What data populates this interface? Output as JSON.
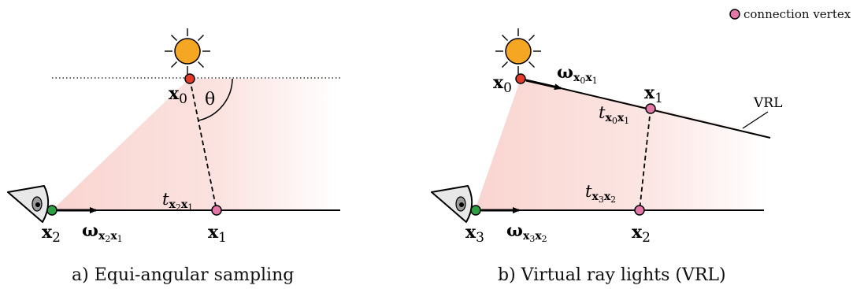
{
  "legend": {
    "label": "connection vertex",
    "color": "#e277a8"
  },
  "colors": {
    "light": "#e33b2a",
    "connection": "#e277a8",
    "camera": "#2ea043",
    "sun": "#f5a623",
    "volume": "#f8cdc8"
  },
  "panel_a": {
    "caption": "a) Equi-angular sampling",
    "x0": "x",
    "x0_sub": "0",
    "x1": "x",
    "x1_sub": "1",
    "x2": "x",
    "x2_sub": "2",
    "theta": "θ",
    "t_base": "t",
    "t_sub1": "x",
    "t_sub1_idx": "2",
    "t_sub2": "x",
    "t_sub2_idx": "1",
    "w_base": "ω",
    "w_sub1": "x",
    "w_sub1_idx": "2",
    "w_sub2": "x",
    "w_sub2_idx": "1"
  },
  "panel_b": {
    "caption": "b) Virtual ray lights (VRL)",
    "vrl_label": "VRL",
    "x0": "x",
    "x0_sub": "0",
    "x1": "x",
    "x1_sub": "1",
    "x2": "x",
    "x2_sub": "2",
    "x3": "x",
    "x3_sub": "3",
    "t01_base": "t",
    "t01_sub1": "x",
    "t01_sub1_idx": "0",
    "t01_sub2": "x",
    "t01_sub2_idx": "1",
    "t32_base": "t",
    "t32_sub1": "x",
    "t32_sub1_idx": "3",
    "t32_sub2": "x",
    "t32_sub2_idx": "2",
    "w01_base": "ω",
    "w01_sub1": "x",
    "w01_sub1_idx": "0",
    "w01_sub2": "x",
    "w01_sub2_idx": "1",
    "w32_base": "ω",
    "w32_sub1": "x",
    "w32_sub1_idx": "3",
    "w32_sub2": "x",
    "w32_sub2_idx": "2"
  }
}
